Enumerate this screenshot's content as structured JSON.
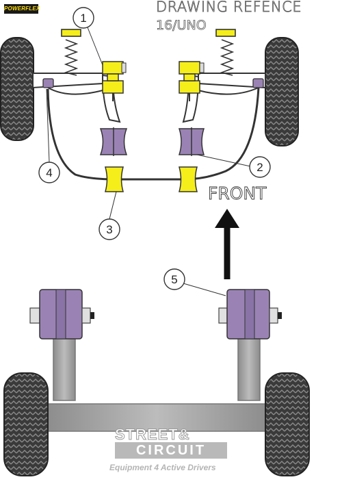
{
  "header": {
    "logo_text": "POWERFLEX",
    "title": "DRAWING REFENCE",
    "subtitle": "16/UNO"
  },
  "direction_label": "FRONT",
  "callouts": [
    "1",
    "2",
    "3",
    "4",
    "5"
  ],
  "watermark": {
    "line1": "STREET&",
    "line2": "CIRCUIT",
    "tagline": "Equipment 4 Active Drivers"
  },
  "colors": {
    "bush_yellow": "#f5ee1a",
    "bush_purple": "#9a83b4",
    "tyre": "#3a3a3a",
    "axle": "#a3a3a3"
  }
}
